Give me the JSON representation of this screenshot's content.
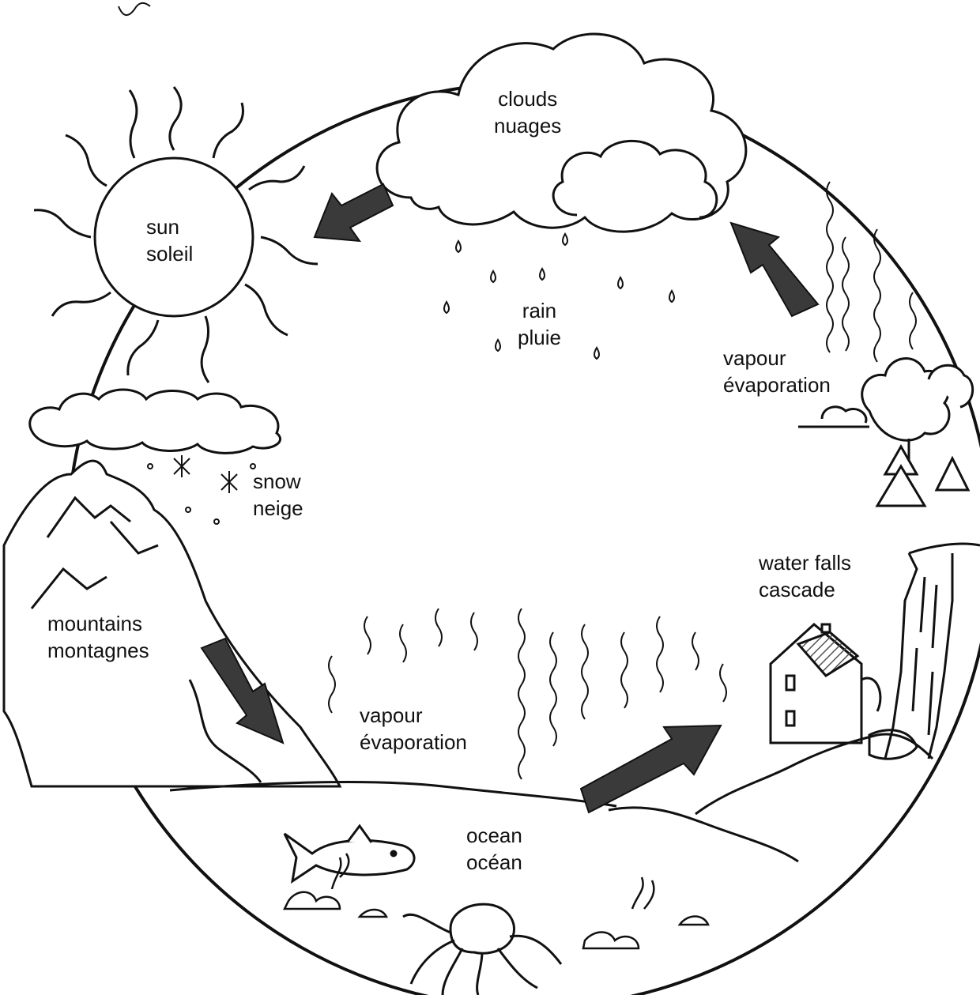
{
  "labels": {
    "clouds": {
      "en": "clouds",
      "fr": "nuages"
    },
    "sun": {
      "en": "sun",
      "fr": "soleil"
    },
    "rain": {
      "en": "rain",
      "fr": "pluie"
    },
    "vapour_right": {
      "en": "vapour",
      "fr": "évaporation"
    },
    "snow": {
      "en": "snow",
      "fr": "neige"
    },
    "waterfalls": {
      "en": "water falls",
      "fr": "cascade"
    },
    "mountains": {
      "en": "mountains",
      "fr": "montagnes"
    },
    "vapour_center": {
      "en": "vapour",
      "fr": "évaporation"
    },
    "ocean": {
      "en": "ocean",
      "fr": "océan"
    }
  },
  "colors": {
    "ink": "#111111",
    "arrow": "#3a3a3a",
    "paper": "#ffffff"
  }
}
